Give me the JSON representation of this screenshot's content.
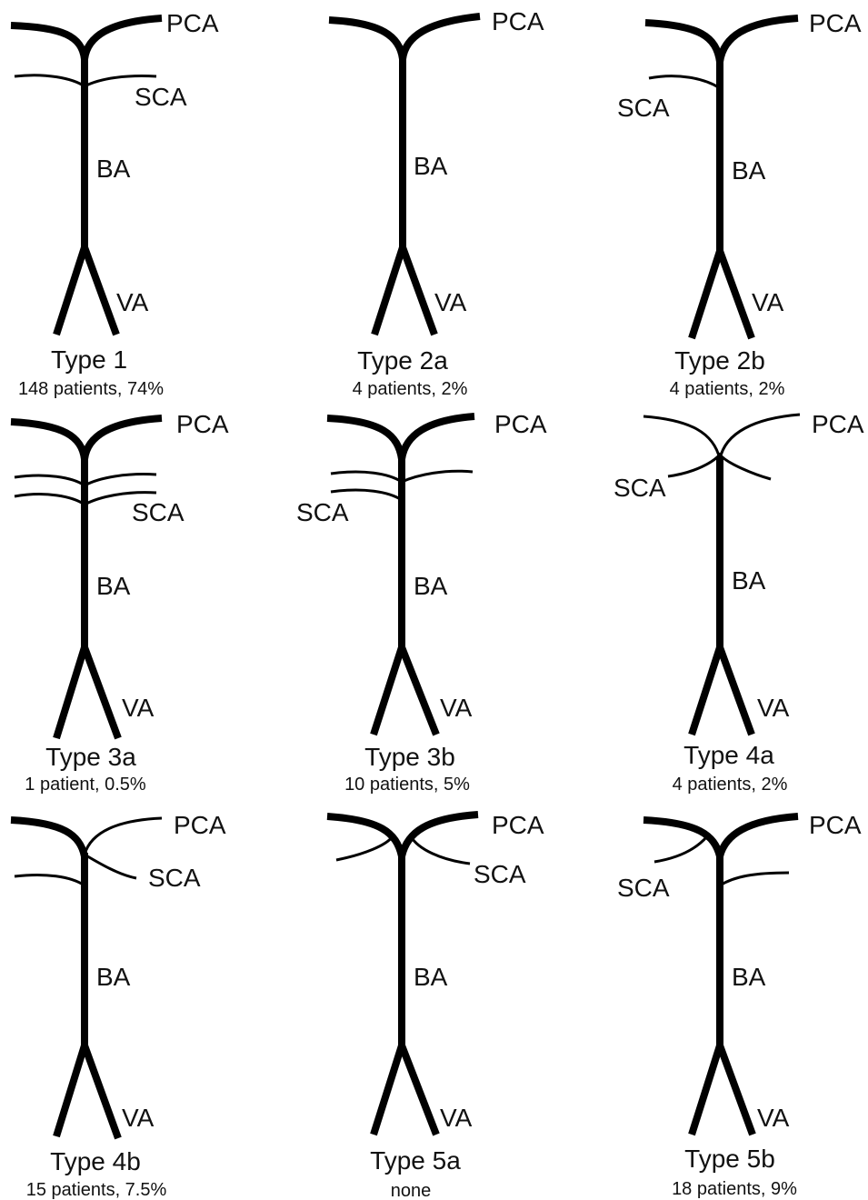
{
  "labels": {
    "pca": "PCA",
    "sca": "SCA",
    "ba": "BA",
    "va": "VA"
  },
  "panels": [
    {
      "title": "Type 1",
      "stat": "148 patients, 74%"
    },
    {
      "title": "Type 2a",
      "stat": "4 patients, 2%"
    },
    {
      "title": "Type 2b",
      "stat": "4 patients, 2%"
    },
    {
      "title": "Type 3a",
      "stat": "1 patient, 0.5%"
    },
    {
      "title": "Type 3b",
      "stat": "10 patients, 5%"
    },
    {
      "title": "Type 4a",
      "stat": "4 patients, 2%"
    },
    {
      "title": "Type 4b",
      "stat": "15 patients, 7.5%"
    },
    {
      "title": "Type 5a",
      "stat": "none"
    },
    {
      "title": "Type 5b",
      "stat": "18 patients, 9%"
    }
  ]
}
